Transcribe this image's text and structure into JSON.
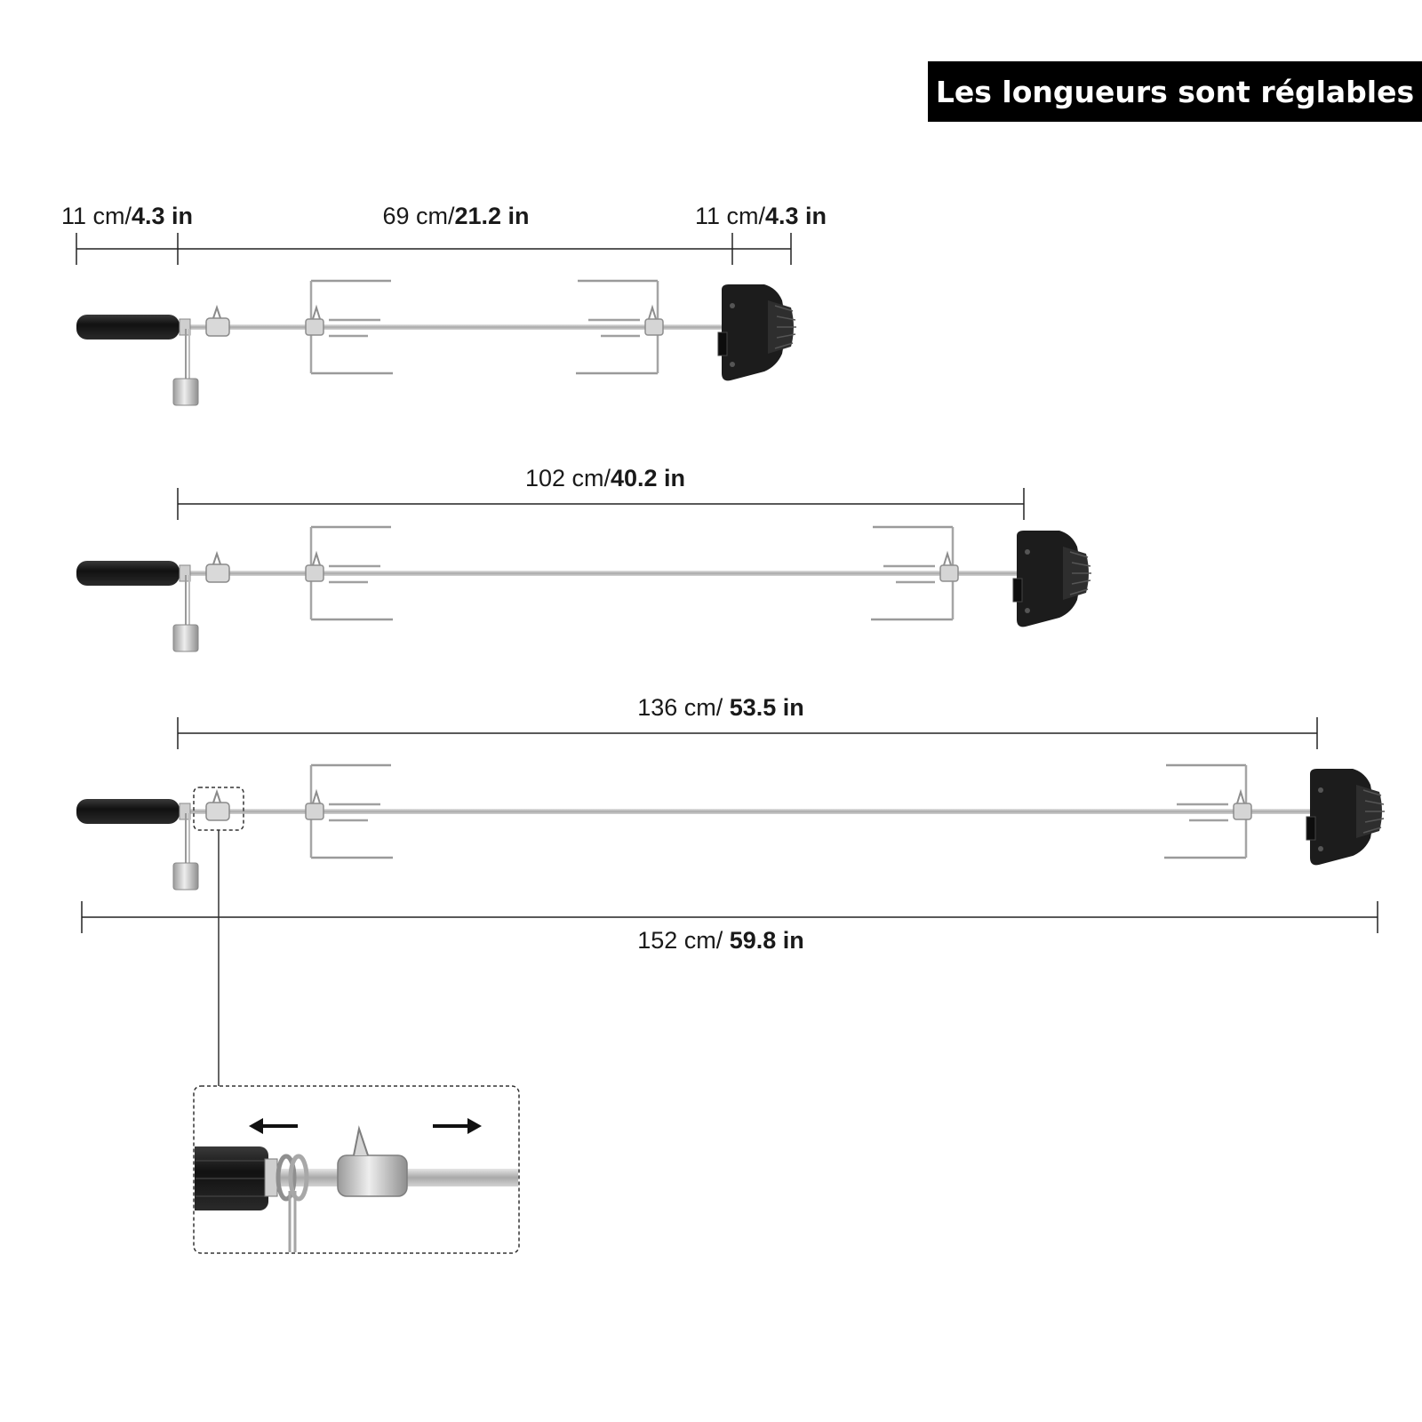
{
  "title": "Les longueurs sont réglables",
  "colors": {
    "title_bg": "#000000",
    "title_text": "#ffffff",
    "handle": "#1e1e1e",
    "steel": "#bdbdbd",
    "line": "#222222"
  },
  "dimensions": {
    "row1_left": {
      "value": "11 cm/",
      "imperial": "4.3 in"
    },
    "row1_middle": {
      "value": "69 cm/",
      "imperial": "21.2 in"
    },
    "row1_right": {
      "value": "11 cm/",
      "imperial": "4.3 in"
    },
    "row2": {
      "value": "102 cm/",
      "imperial": "40.2 in"
    },
    "row3": {
      "value": "136 cm/ ",
      "imperial": "53.5 in"
    },
    "overall": {
      "value": "152 cm/ ",
      "imperial": "59.8 in"
    }
  },
  "icons": [
    "arrow-left-icon",
    "arrow-right-icon"
  ]
}
